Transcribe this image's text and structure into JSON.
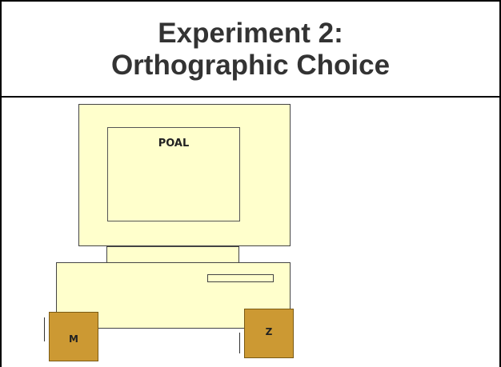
{
  "slide": {
    "title_line1": "Experiment 2:",
    "title_line2": "Orthographic Choice"
  },
  "computer": {
    "screen_word": "POAL",
    "monitor_color": "#ffffcc",
    "left_key_label": "M",
    "right_key_label": "Z",
    "key_color": "#cc9933"
  }
}
